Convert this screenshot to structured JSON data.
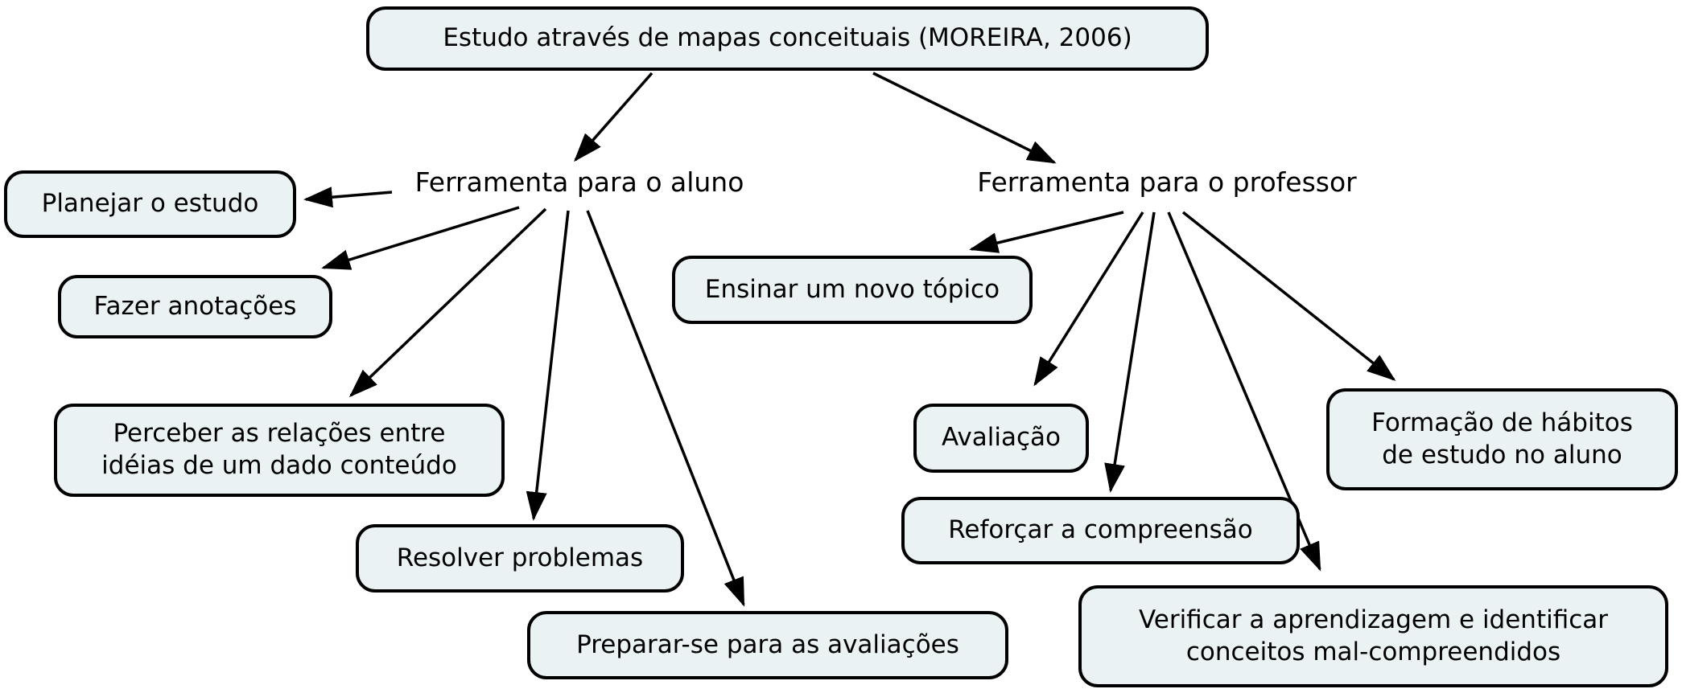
{
  "title": "Estudo através de mapas conceituais (MOREIRA, 2006)",
  "colors": {
    "node_fill": "#eaf2f3",
    "node_border": "#000000",
    "edge": "#000000",
    "text": "#000000",
    "background": "#ffffff"
  },
  "nodes": {
    "root": {
      "label": "Estudo através de mapas conceituais (MOREIRA, 2006)"
    },
    "aluno": {
      "label": "Ferramenta para o aluno"
    },
    "professor": {
      "label": "Ferramenta para o professor"
    },
    "planejar": {
      "label": "Planejar o estudo"
    },
    "fazer": {
      "label": "Fazer anotações"
    },
    "perceber": {
      "label": "Perceber as relações entre\nidéias de um dado conteúdo"
    },
    "resolver": {
      "label": "Resolver problemas"
    },
    "preparar": {
      "label": "Preparar-se para as avaliações"
    },
    "ensinar": {
      "label": "Ensinar um novo tópico"
    },
    "avaliacao": {
      "label": "Avaliação"
    },
    "reforcar": {
      "label": "Reforçar a compreensão"
    },
    "verificar": {
      "label": "Verificar a aprendizagem e identificar\nconceitos mal-compreendidos"
    },
    "formacao": {
      "label": "Formação de hábitos\nde estudo no aluno"
    }
  },
  "edges": [
    {
      "from": "root",
      "to": "aluno"
    },
    {
      "from": "root",
      "to": "professor"
    },
    {
      "from": "aluno",
      "to": "planejar"
    },
    {
      "from": "aluno",
      "to": "fazer"
    },
    {
      "from": "aluno",
      "to": "perceber"
    },
    {
      "from": "aluno",
      "to": "resolver"
    },
    {
      "from": "aluno",
      "to": "preparar"
    },
    {
      "from": "professor",
      "to": "ensinar"
    },
    {
      "from": "professor",
      "to": "avaliacao"
    },
    {
      "from": "professor",
      "to": "reforcar"
    },
    {
      "from": "professor",
      "to": "verificar"
    },
    {
      "from": "professor",
      "to": "formacao"
    }
  ]
}
